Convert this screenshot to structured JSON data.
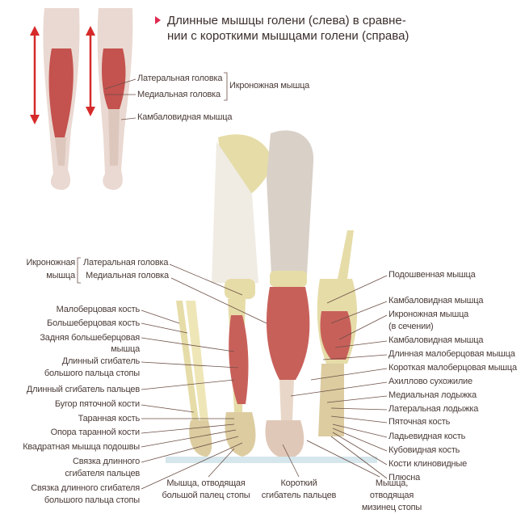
{
  "title": {
    "line1": "Длинные мышцы голени (слева) в сравне-",
    "line2": "нии с короткими мышцами голени (справа)"
  },
  "top_labels": {
    "lateral_head": "Латеральная головка",
    "medial_head": "Медиальная головка",
    "gastrocnemius": "Икроножная мышца",
    "soleus": "Камбаловидная мышца"
  },
  "left_labels": {
    "gastro_group_1": "Икроножная",
    "gastro_group_2": "мышца",
    "lateral_head": "Латеральная головка",
    "medial_head": "Медиальная головка",
    "items": [
      "Малоберцовая кость",
      "Большеберцовая кость",
      "Задняя большеберцовая",
      "мышца",
      "Длинный сгибатель",
      "большого пальца стопы",
      "Длинный сгибатель пальцев",
      "Бугор пяточной кости",
      "Таранная кость",
      "Опора таранной кости",
      "Квадратная мышца подошвы",
      "Связка длинного",
      "сгибателя пальцев",
      "Связка длинного сгибателя",
      "большого пальца стопы"
    ]
  },
  "right_labels": [
    "Подошвенная мышца",
    "Камбаловидная мышца",
    "Икроножная мышца",
    "(в сечении)",
    "Камбаловидная мышца",
    "Длинная малоберцовая мышца",
    "Короткая малоберцовая мышца",
    "Ахиллово сухожилие",
    "Медиальная лодыжка",
    "Латеральная лодыжка",
    "Пяточная кость",
    "Ладьевидная кость",
    "Кубовидная кость",
    "Кости клиновидные",
    "Плюсна"
  ],
  "bottom_labels": {
    "abductor_hallucis": [
      "Мышца, отводящая",
      "большой палец стопы"
    ],
    "flexor_brevis": [
      "Короткий",
      "сгибатель пальцев"
    ],
    "abductor_digiti": [
      "Мышца,",
      "отводящая",
      "мизинец стопы"
    ]
  },
  "colors": {
    "accent": "#e0284f",
    "arrow": "#d62a2a",
    "muscle": "#c8605a",
    "bone": "#e6dca8"
  }
}
